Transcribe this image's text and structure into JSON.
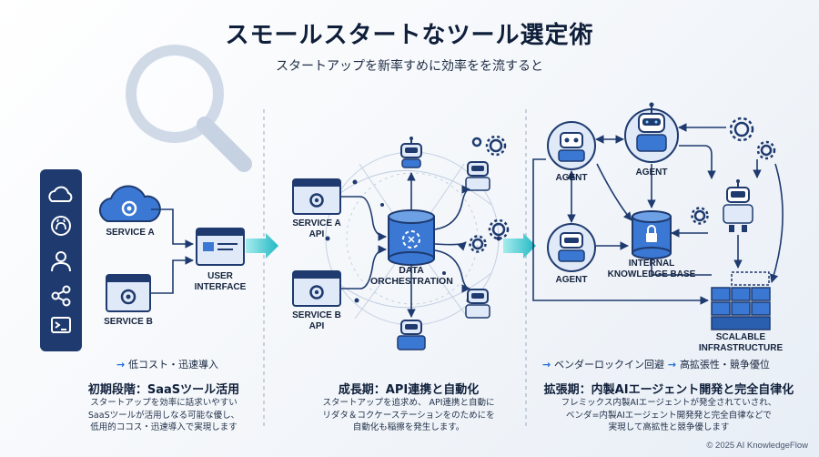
{
  "title": "スモールスタートなツール選定術",
  "subtitle": "スタートアップを新率すめに効率をを流すると",
  "sidebar": {
    "icons": [
      "cloud-icon",
      "github-icon",
      "user-icon",
      "share-icon",
      "terminal-icon"
    ]
  },
  "phase1": {
    "service_a": "SERVICE A",
    "service_b": "SERVICE B",
    "user_interface": [
      "USER",
      "INTERFACE"
    ],
    "bullet": "低コスト・迅速導入",
    "heading": "初期段階：SaaSツール活用",
    "desc": [
      "スタートアップを効率に話求いやすい",
      "SaaSツールが活用しなる可能な優し、",
      "低用的ココス・迅速導入で実現します"
    ]
  },
  "phase2": {
    "service_a_api": [
      "SERVICE A",
      "API"
    ],
    "service_b_api": [
      "SERVICE B",
      "API"
    ],
    "data_orchestration": [
      "DATA",
      "ORCHESTRATION"
    ],
    "heading": "成長期：API連携と自動化",
    "desc": [
      "スタートアップを追求め、 API連携と自動に",
      "リダタ＆コクケーステーションをのためにを",
      "自動化も稲擦を発生します。"
    ]
  },
  "phase3": {
    "agent_top_left": "AGENT",
    "agent_top": "AGENT",
    "agent_bottom_left": "AGENT",
    "knowledge_base": [
      "INTERNAL",
      "KNOWLEDGE BASE"
    ],
    "infrastructure": [
      "SCALABLE",
      "INFRASTRUCTURE"
    ],
    "bullet_1": "ベンダーロックイン回避",
    "bullet_2": "高拡張性・競争優位",
    "heading": "拡張期：内製AIエージェント開発と完全自律化",
    "desc": [
      "フレミックス内製AIエージェントが発全されていされ、",
      "ベンダ=内製AIエージェント開発発と完全自律などで",
      "実現して高拡性と競争優します"
    ]
  },
  "copyright": "© 2025 AI KnowledgeFlow",
  "colors": {
    "navy": "#1e3a6e",
    "accent": "#2f6fd0",
    "light_blue": "#cfe0f7",
    "teal": "#2ec4c9"
  }
}
